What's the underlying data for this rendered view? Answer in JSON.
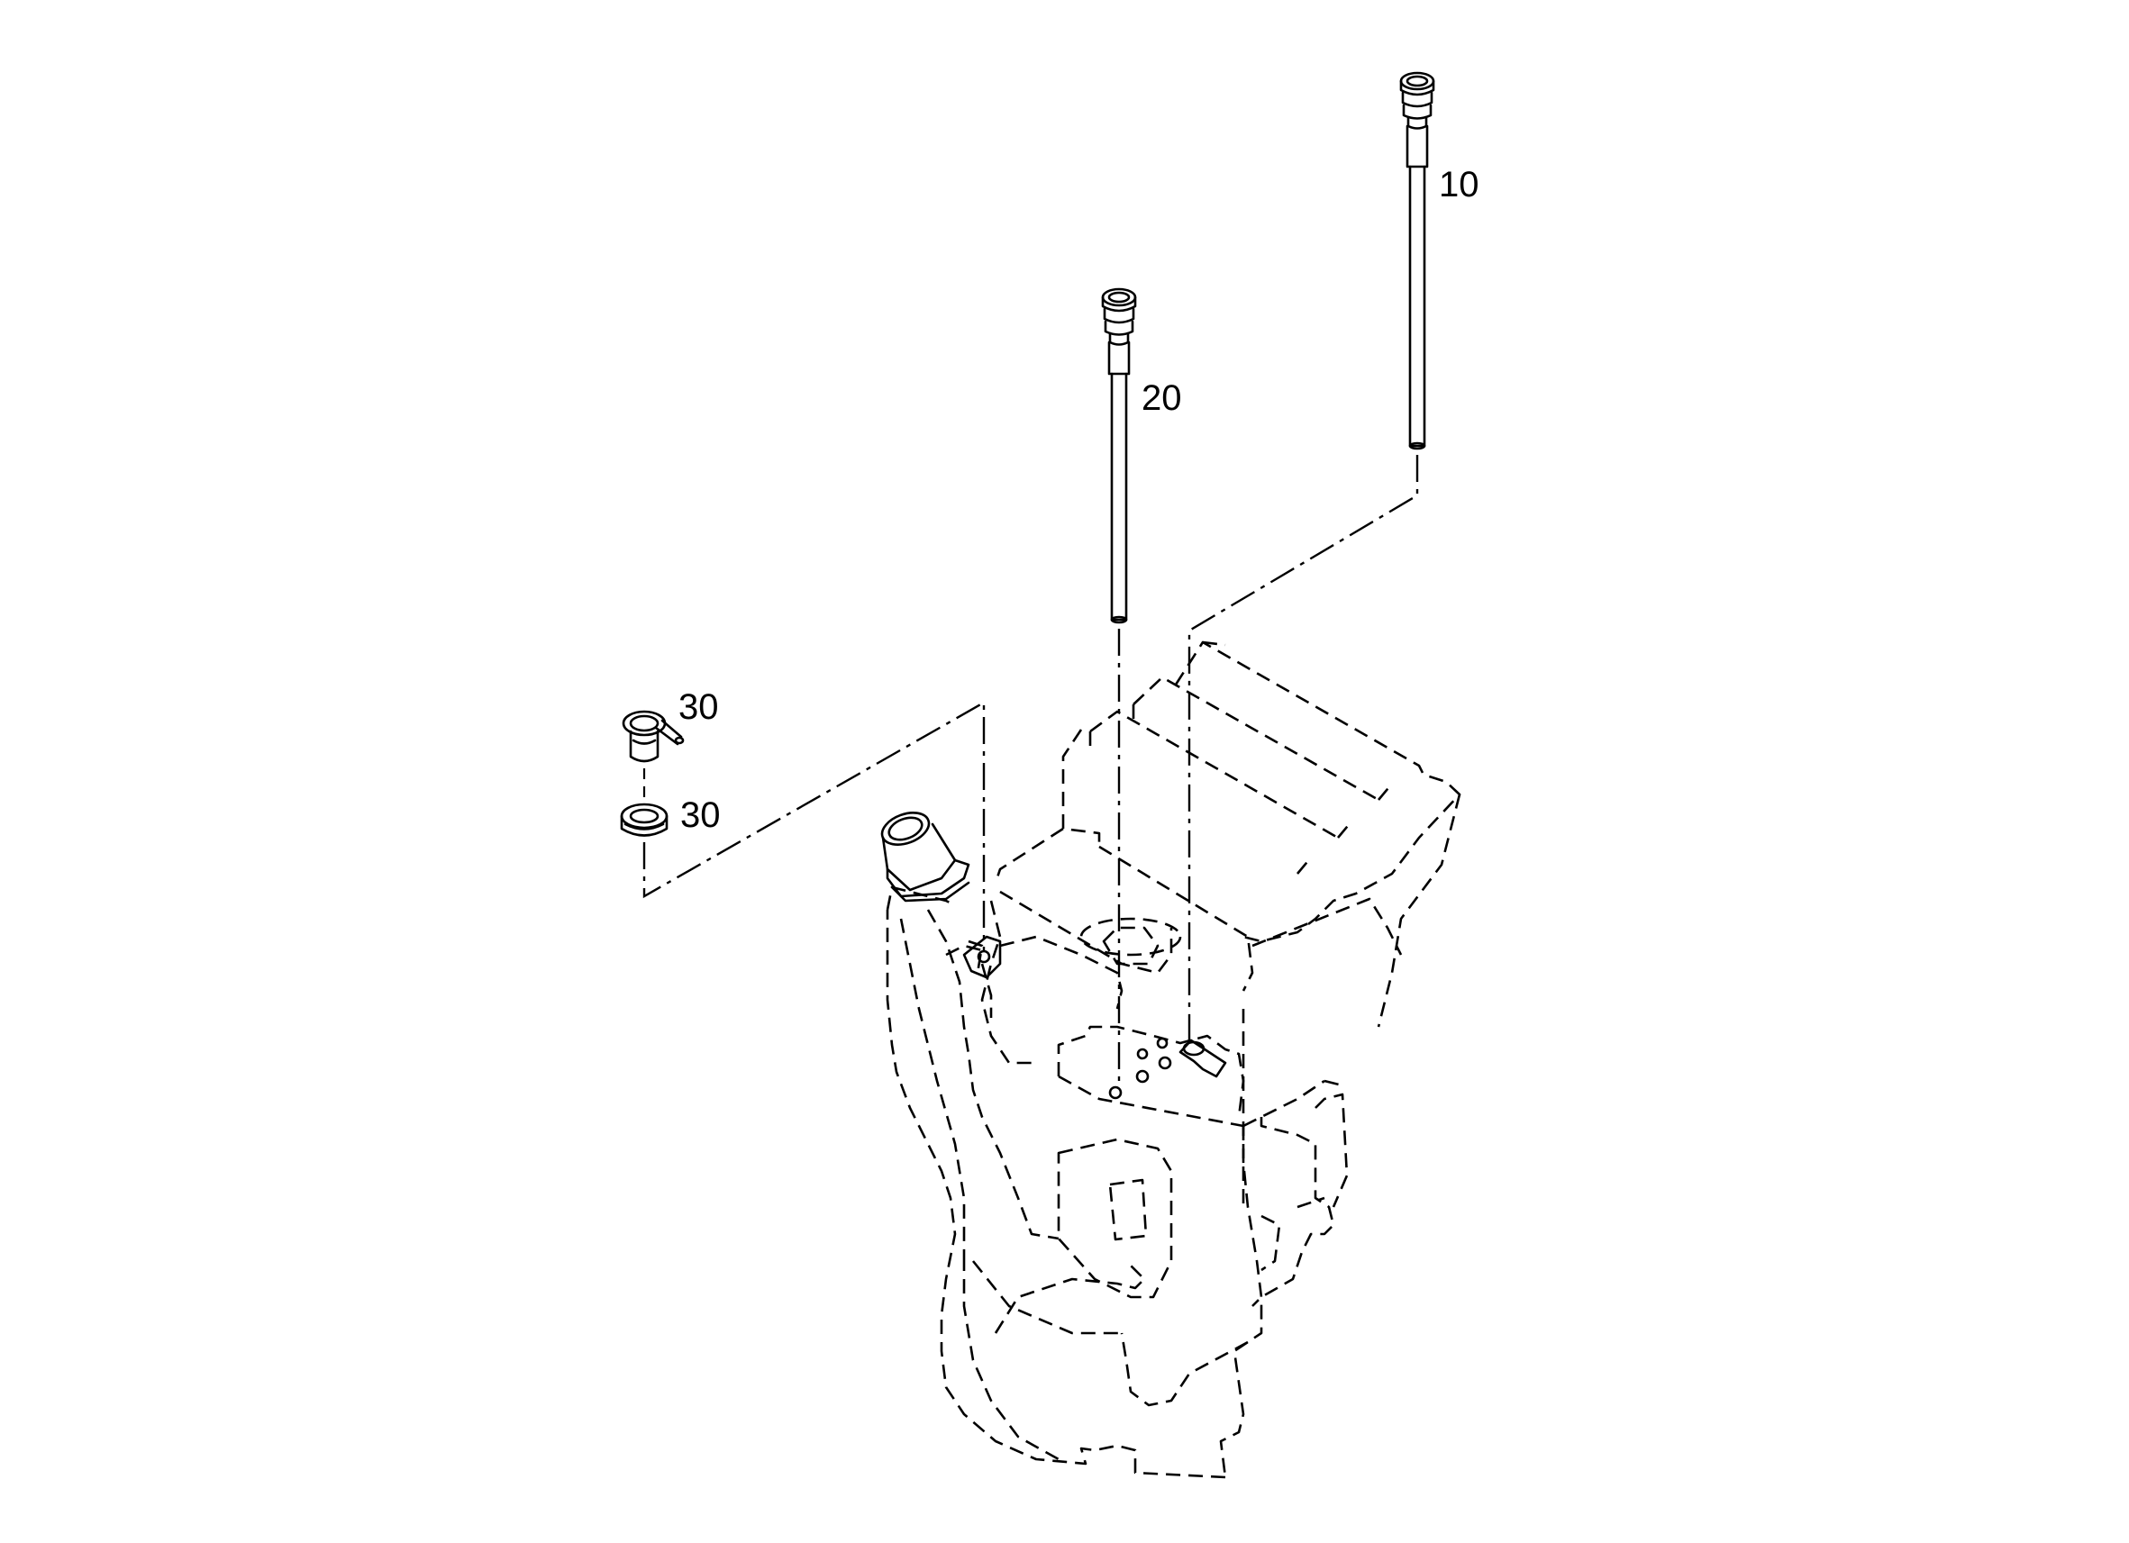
{
  "diagram": {
    "callouts": [
      {
        "id": "part-10",
        "text": "10"
      },
      {
        "id": "part-20",
        "text": "20"
      },
      {
        "id": "part-30-upper",
        "text": "30"
      },
      {
        "id": "part-30-lower",
        "text": "30"
      }
    ]
  }
}
